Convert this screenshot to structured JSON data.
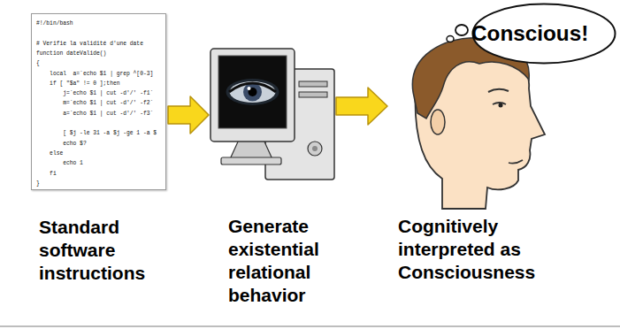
{
  "diagram": {
    "nodes": [
      {
        "text": [
          "#!/bin/bash",
          "# Verifie la validité d'une date",
          "function dateValide()",
          "{",
          "    local  a=`echo $1 | grep ^[0-3]",
          "    if [ \"$a\" != 0 ];then",
          "        j=`echo $1 | cut -d'/' -f1`",
          "        m=`echo $1 | cut -d'/' -f2`",
          "        a=`echo $1 | cut -d'/' -f3`",
          "        [ $j -le 31 -a $j -ge 1 -a $",
          "        echo $?",
          "    else",
          "        echo 1",
          "    fi",
          "}",
          "Standard software instructions"
        ]
      },
      {
        "text": [
          "Generate existential relational behavior"
        ]
      },
      {
        "text": [
          "Cognitively interpreted as Consciousness"
        ]
      },
      {
        "text": [
          "Conscious!"
        ]
      }
    ],
    "edges": [
      {
        "from": 0,
        "to": 1,
        "arrow": "to"
      },
      {
        "from": 1,
        "to": 2,
        "arrow": "to"
      }
    ]
  }
}
